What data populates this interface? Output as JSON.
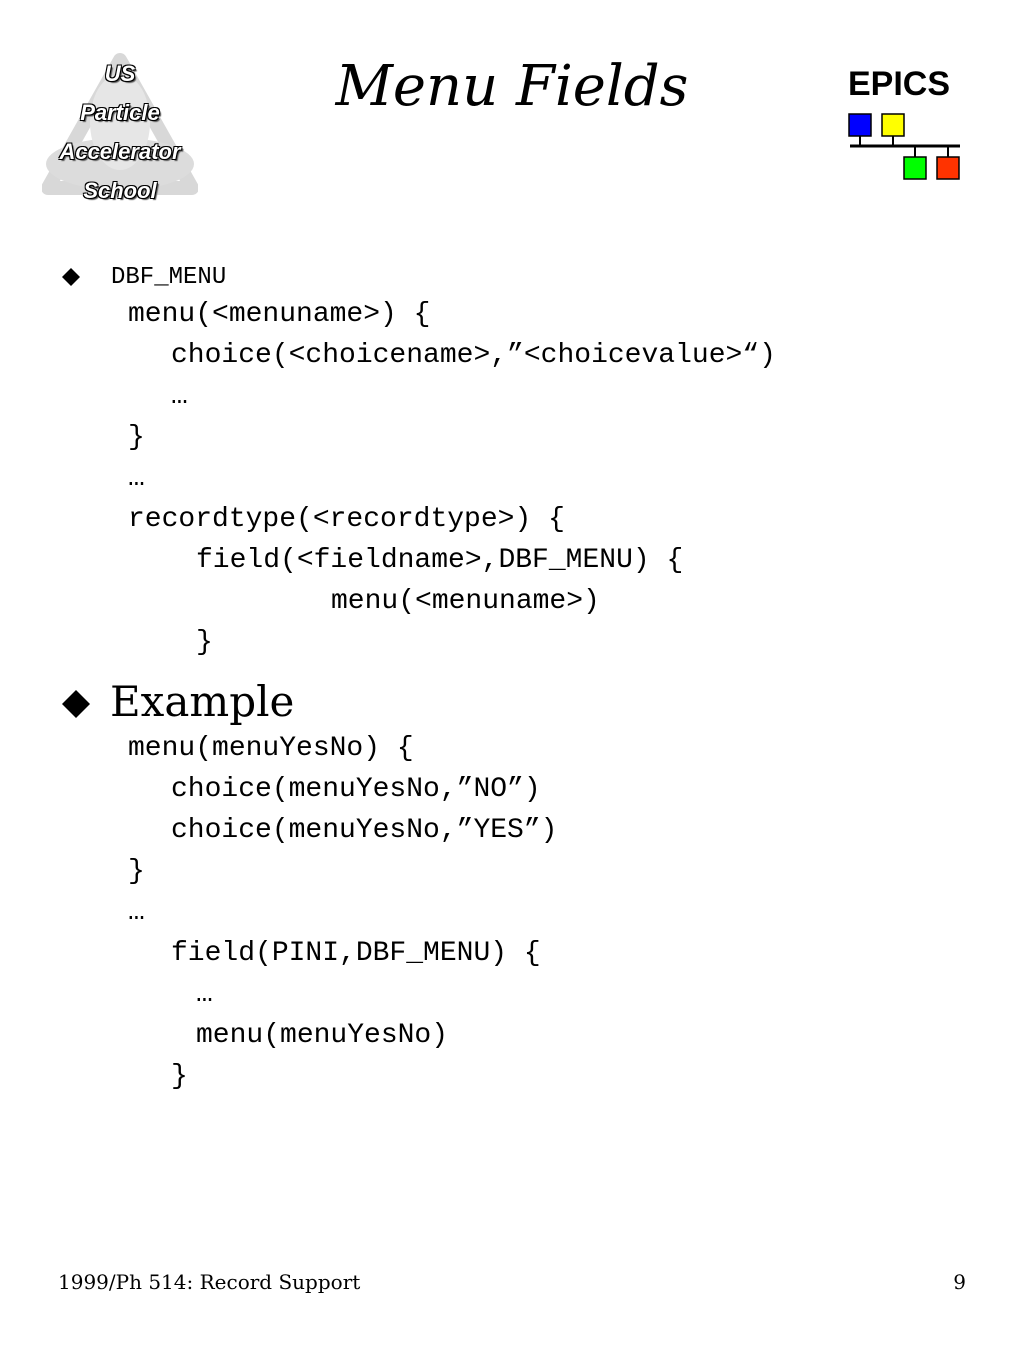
{
  "logo_left": {
    "lines": [
      "US",
      "Particle",
      "Accelerator",
      "School"
    ]
  },
  "title": "Menu Fields",
  "logo_right": {
    "text": "EPICS"
  },
  "bullets": [
    {
      "label": "DBF_MENU",
      "code_lines": [
        "menu(<menuname>) {",
        "choice(<choicename>,”<choicevalue>“)",
        "…",
        "}",
        "…",
        "recordtype(<recordtype>) {",
        "field(<fieldname>,DBF_MENU) {",
        "menu(<menuname>)",
        "}"
      ]
    },
    {
      "label": "Example",
      "code_lines": [
        "menu(menuYesNo) {",
        "choice(menuYesNo,”NO”)",
        "choice(menuYesNo,”YES”)",
        "}",
        "…",
        "field(PINI,DBF_MENU) {",
        "…",
        "menu(menuYesNo)",
        "}"
      ]
    }
  ],
  "footer": {
    "left": "1999/Ph 514: Record Support",
    "page": "9"
  }
}
